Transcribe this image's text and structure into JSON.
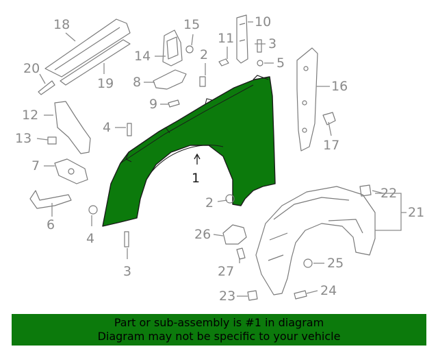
{
  "callouts": {
    "c1": "1",
    "c2a": "2",
    "c2b": "2",
    "c3a": "3",
    "c3b": "3",
    "c4a": "4",
    "c4b": "4",
    "c5": "5",
    "c6": "6",
    "c7": "7",
    "c8": "8",
    "c9": "9",
    "c10": "10",
    "c11": "11",
    "c12": "12",
    "c13": "13",
    "c14": "14",
    "c15": "15",
    "c16": "16",
    "c17": "17",
    "c18": "18",
    "c19": "19",
    "c20": "20",
    "c21": "21",
    "c22": "22",
    "c23": "23",
    "c24": "24",
    "c25": "25",
    "c26": "26",
    "c27": "27"
  },
  "banner": {
    "line1": "Part or sub-assembly is #1 in diagram",
    "line2": "Diagram may not be specific to your vehicle"
  },
  "colors": {
    "highlight_part": "#0c7a0c",
    "banner_bg": "#0c7a0c",
    "line_art": "#7a7a7a"
  }
}
